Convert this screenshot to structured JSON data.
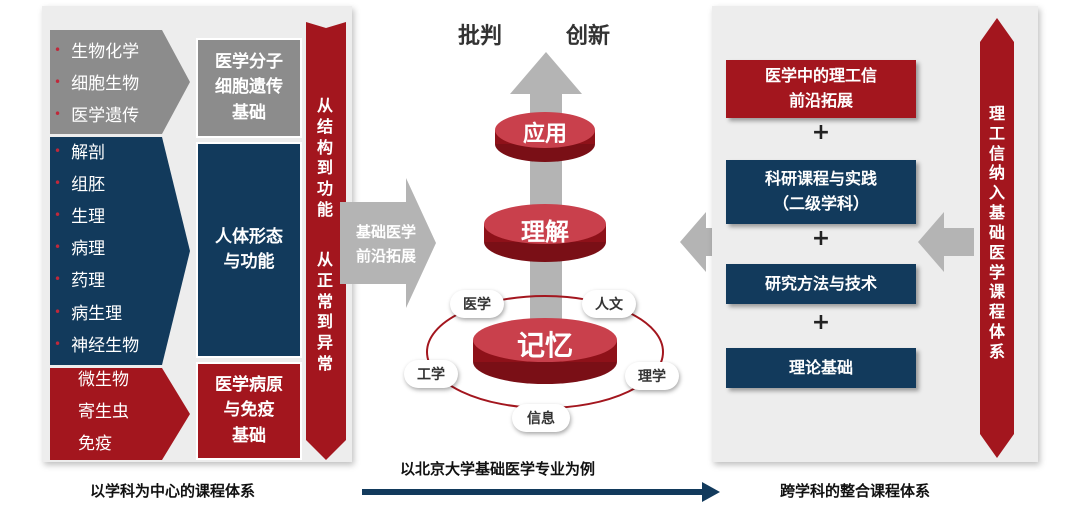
{
  "left": {
    "groups": [
      {
        "color": "#8c8c8c",
        "subjects": [
          "生物化学",
          "细胞生物",
          "医学遗传"
        ],
        "box": [
          "医学分子",
          "细胞遗传",
          "基础"
        ]
      },
      {
        "color": "#123a5c",
        "subjects": [
          "解剖",
          "组胚",
          "生理",
          "病理",
          "药理",
          "病生理",
          "神经生物"
        ],
        "box": [
          "人体形态",
          "与功能"
        ]
      },
      {
        "color": "#a3161e",
        "subjects": [
          "微生物",
          "寄生虫",
          "免疫"
        ],
        "box": [
          "医学病原",
          "与免疫",
          "基础"
        ]
      }
    ],
    "vertical_text_1": [
      "从",
      "结",
      "构",
      "到",
      "功",
      "能"
    ],
    "vertical_text_2": [
      "从",
      "正",
      "常",
      "到",
      "异",
      "常"
    ],
    "caption": "以学科为中心的课程体系"
  },
  "middle": {
    "arrow_label": [
      "基础医学",
      "前沿拓展"
    ],
    "top_labels": [
      "批判",
      "创新"
    ],
    "tiers": [
      "应用",
      "理解",
      "记忆"
    ],
    "orbit_labels": [
      "医学",
      "人文",
      "工学",
      "理学",
      "信息"
    ],
    "caption": "以北京大学基础医学专业为例"
  },
  "right": {
    "boxes": [
      {
        "lines": [
          "医学中的理工信",
          "前沿拓展"
        ],
        "color": "#a3161e"
      },
      {
        "lines": [
          "科研课程与实践",
          "（二级学科）"
        ],
        "color": "#123a5c"
      },
      {
        "lines": [
          "研究方法与技术"
        ],
        "color": "#123a5c"
      },
      {
        "lines": [
          "理论基础"
        ],
        "color": "#123a5c"
      }
    ],
    "plus": "+",
    "vertical_text": [
      "理",
      "工",
      "信",
      "纳",
      "入",
      "基",
      "础",
      "医",
      "学",
      "课",
      "程",
      "体",
      "系"
    ],
    "caption": "跨学科的整合课程体系"
  },
  "colors": {
    "red": "#a3161e",
    "navy": "#123a5c",
    "gray": "#8c8c8c",
    "arrow_gray": "#b4b4b4"
  }
}
